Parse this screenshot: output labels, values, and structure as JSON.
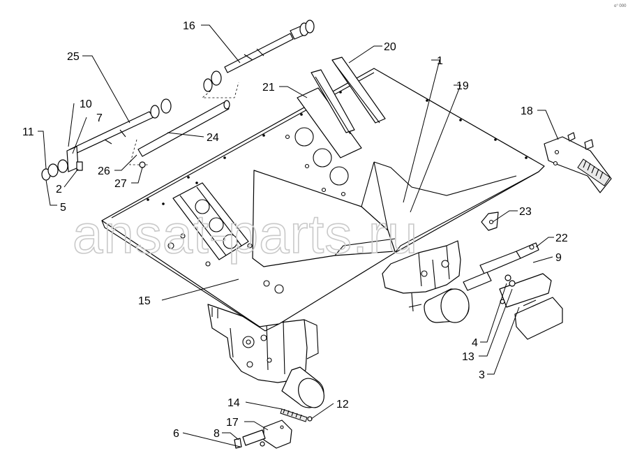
{
  "watermark": "ansat-parts.ru",
  "corner_mark": "o° 000",
  "callouts": [
    {
      "id": "c1",
      "label": "1"
    },
    {
      "id": "c2",
      "label": "2"
    },
    {
      "id": "c3",
      "label": "3"
    },
    {
      "id": "c4",
      "label": "4"
    },
    {
      "id": "c5",
      "label": "5"
    },
    {
      "id": "c6",
      "label": "6"
    },
    {
      "id": "c7",
      "label": "7"
    },
    {
      "id": "c8",
      "label": "8"
    },
    {
      "id": "c9",
      "label": "9"
    },
    {
      "id": "c10",
      "label": "10"
    },
    {
      "id": "c11",
      "label": "11"
    },
    {
      "id": "c12",
      "label": "12"
    },
    {
      "id": "c13",
      "label": "13"
    },
    {
      "id": "c14",
      "label": "14"
    },
    {
      "id": "c15",
      "label": "15"
    },
    {
      "id": "c16",
      "label": "16"
    },
    {
      "id": "c17",
      "label": "17"
    },
    {
      "id": "c18",
      "label": "18"
    },
    {
      "id": "c19",
      "label": "19"
    },
    {
      "id": "c20",
      "label": "20"
    },
    {
      "id": "c21",
      "label": "21"
    },
    {
      "id": "c22",
      "label": "22"
    },
    {
      "id": "c23",
      "label": "23"
    },
    {
      "id": "c24",
      "label": "24"
    },
    {
      "id": "c25",
      "label": "25"
    },
    {
      "id": "c26",
      "label": "26"
    },
    {
      "id": "c27",
      "label": "27"
    }
  ]
}
